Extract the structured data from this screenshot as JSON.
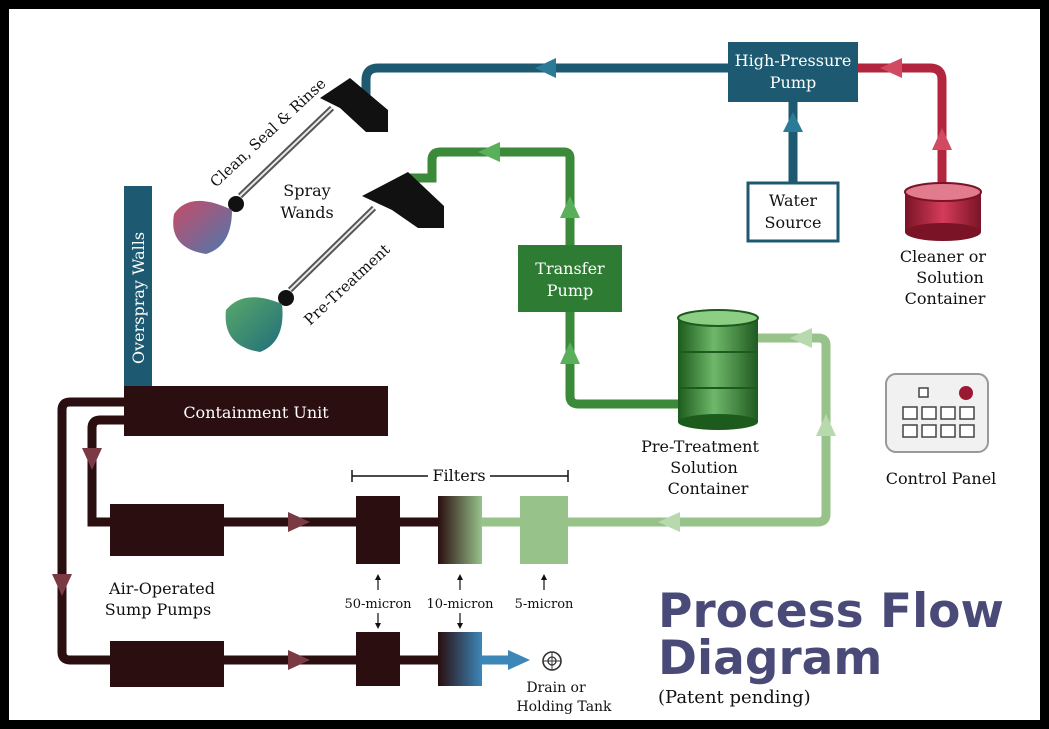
{
  "title_line1": "Process Flow",
  "title_line2": "Diagram",
  "subtitle": "(Patent pending)",
  "labels": {
    "high_pressure_pump_1": "High-Pressure",
    "high_pressure_pump_2": "Pump",
    "water_source_1": "Water",
    "water_source_2": "Source",
    "cleaner_1": "Cleaner or",
    "cleaner_2": "Solution",
    "cleaner_3": "Container",
    "transfer_pump_1": "Transfer",
    "transfer_pump_2": "Pump",
    "spray_wands_1": "Spray",
    "spray_wands_2": "Wands",
    "clean_seal_rinse": "Clean, Seal & Rinse",
    "pre_treatment": "Pre-Treatment",
    "overspray_walls": "Overspray Walls",
    "containment_unit": "Containment Unit",
    "pt_container_1": "Pre-Treatment",
    "pt_container_2": "Solution",
    "pt_container_3": "Container",
    "control_panel": "Control Panel",
    "filters": "Filters",
    "sump_pumps_1": "Air-Operated",
    "sump_pumps_2": "Sump Pumps",
    "micron_50": "50-micron",
    "micron_10": "10-micron",
    "micron_5": "5-micron",
    "drain_1": "Drain or",
    "drain_2": "Holding Tank"
  },
  "colors": {
    "blue": "#1d5a72",
    "red": "#b3243e",
    "green_dark": "#3a8a3a",
    "green_light": "#97c38a",
    "maroon": "#2a0e10",
    "title": "#4a4a78"
  }
}
